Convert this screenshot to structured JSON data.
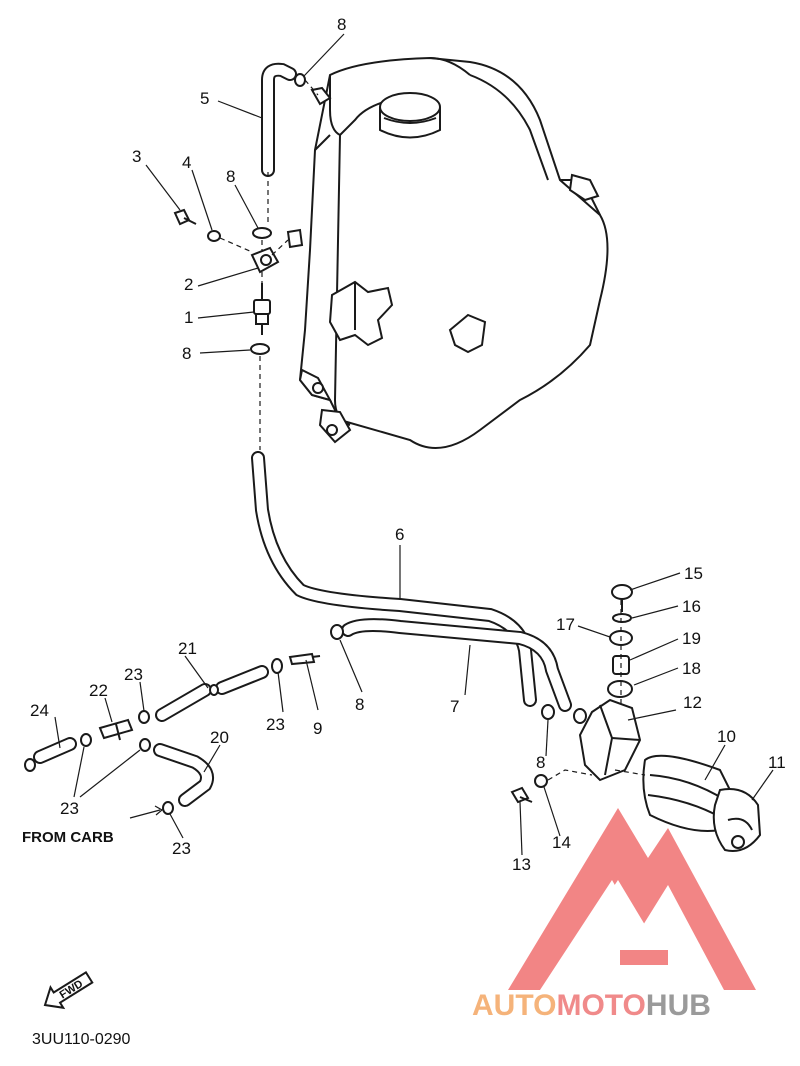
{
  "callouts": [
    "1",
    "2",
    "3",
    "4",
    "5",
    "6",
    "7",
    "8",
    "9",
    "10",
    "11",
    "12",
    "13",
    "14",
    "15",
    "16",
    "17",
    "18",
    "19",
    "20",
    "21",
    "22",
    "23",
    "24"
  ],
  "labels": {
    "from_carb": "FROM CARB",
    "fwd": "FWD",
    "diagram_code": "3UU110-0290"
  },
  "watermark": {
    "part1": "AUTO",
    "part2": "MOTO",
    "part3": "HUB",
    "colors": {
      "auto": "#f5b37a",
      "moto": "#f08a8a",
      "hub": "#9a9a9a",
      "logo": "#f07070"
    }
  }
}
